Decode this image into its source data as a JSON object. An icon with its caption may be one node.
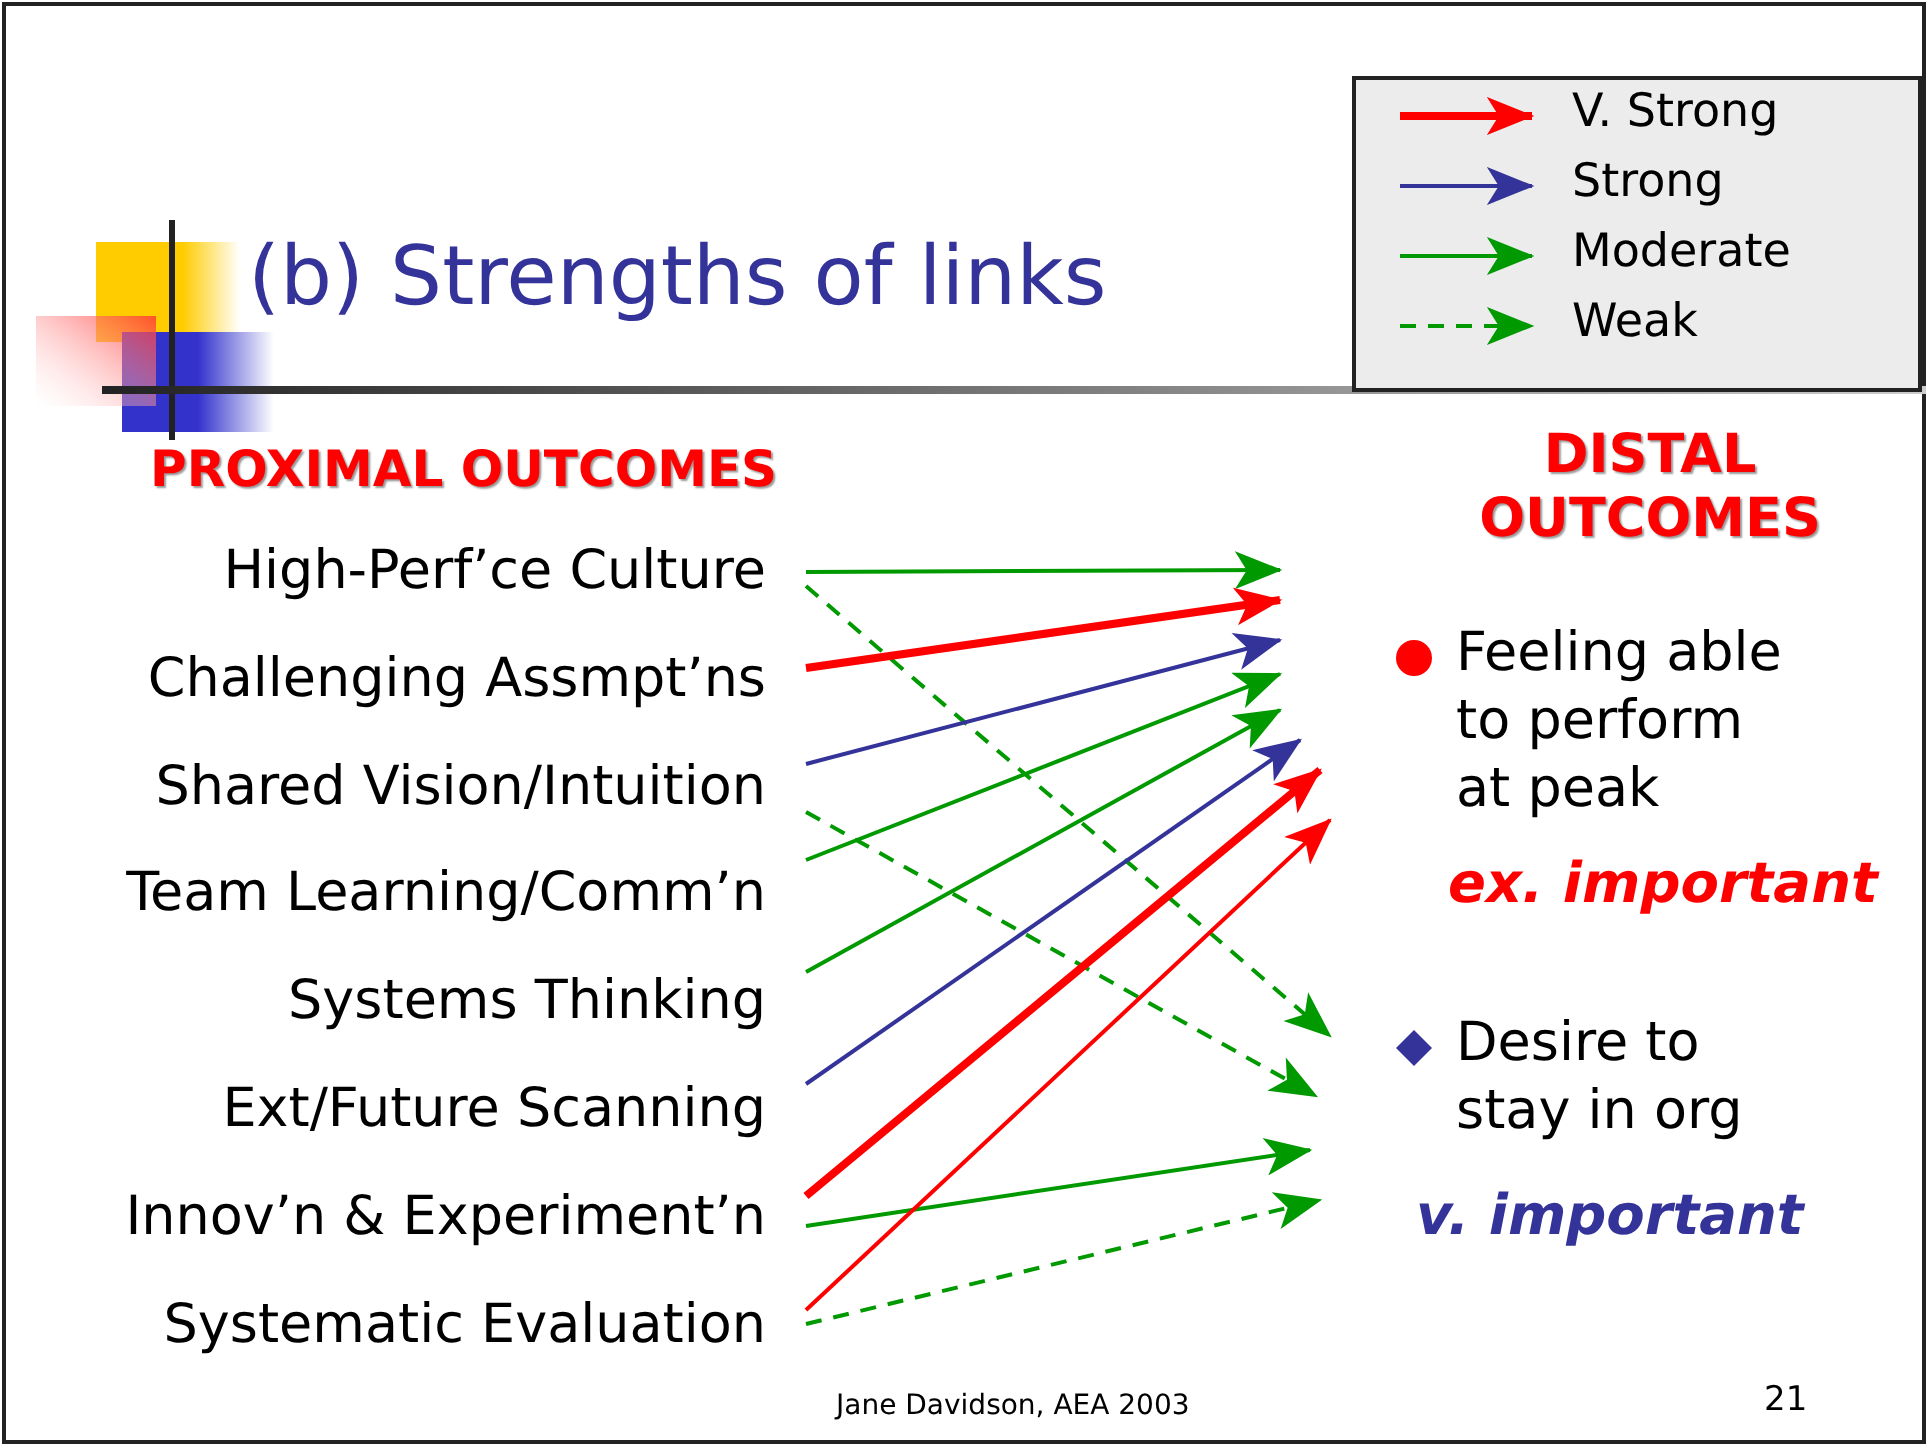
{
  "diagram": {
    "title": "(b) Strengths of links",
    "nodes": [
      {
        "text": [
          "High-Perf’ce Culture"
        ]
      },
      {
        "text": [
          "Challenging Assmpt’ns"
        ]
      },
      {
        "text": [
          "Shared Vision/Intuition"
        ]
      },
      {
        "text": [
          "Team Learning/Comm’n"
        ]
      },
      {
        "text": [
          "Systems Thinking"
        ]
      },
      {
        "text": [
          "Ext/Future Scanning"
        ]
      },
      {
        "text": [
          "Innov’n & Experiment’n"
        ]
      },
      {
        "text": [
          "Systematic Evaluation"
        ]
      },
      {
        "text": [
          "Feeling able to perform at peak"
        ],
        "beside": [
          "ex. important"
        ]
      },
      {
        "text": [
          "Desire to stay in org"
        ],
        "beside": [
          "v. important"
        ]
      }
    ],
    "edges": [
      {
        "from": 0,
        "to": 8,
        "arrow": "to"
      },
      {
        "from": 0,
        "to": 9,
        "arrow": "to",
        "style": "dashed"
      },
      {
        "from": 1,
        "to": 8,
        "arrow": "to",
        "style": "thick",
        "color": "#ff0000"
      },
      {
        "from": 2,
        "to": 8,
        "arrow": "to",
        "color": "#333399"
      },
      {
        "from": 2,
        "to": 9,
        "arrow": "to",
        "style": "dashed"
      },
      {
        "from": 3,
        "to": 8,
        "arrow": "to"
      },
      {
        "from": 4,
        "to": 8,
        "arrow": "to"
      },
      {
        "from": 5,
        "to": 8,
        "arrow": "to",
        "color": "#333399"
      },
      {
        "from": 6,
        "to": 8,
        "arrow": "to",
        "style": "thick",
        "color": "#ff0000"
      },
      {
        "from": 6,
        "to": 9,
        "arrow": "to"
      },
      {
        "from": 7,
        "to": 8,
        "arrow": "to",
        "color": "#ff0000"
      },
      {
        "from": 7,
        "to": 9,
        "arrow": "to",
        "style": "dashed"
      }
    ],
    "labels": [
      "PROXIMAL OUTCOMES",
      "DISTAL OUTCOMES",
      "Jane Davidson, AEA 2003",
      "21"
    ],
    "legend": [
      {
        "text": "V. Strong"
      },
      {
        "text": "Strong"
      },
      {
        "text": "Moderate"
      },
      {
        "text": "Weak"
      }
    ]
  }
}
